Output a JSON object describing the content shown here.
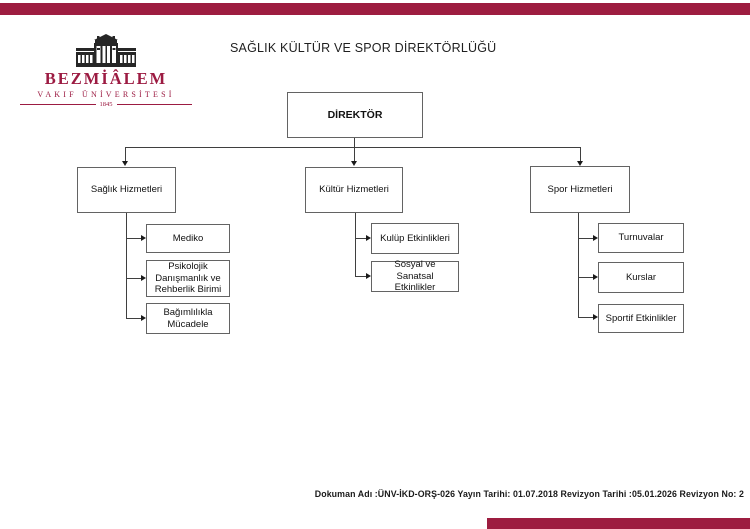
{
  "colors": {
    "brand_maroon": "#9D1D40",
    "logo_maroon": "#9C1B42",
    "box_border": "#636363",
    "connector": "#3f3f3f"
  },
  "logo": {
    "name": "BEZMİÂLEM",
    "subtitle": "VAKIF ÜNİVERSİTESİ",
    "year": "1845"
  },
  "title": "SAĞLIK KÜLTÜR VE SPOR DİREKTÖRLÜĞÜ",
  "chart": {
    "root": "DİREKTÖR",
    "branches": [
      {
        "label": "Sağlık Hizmetleri",
        "children": [
          "Mediko",
          "Psikolojik Danışmanlık ve Rehberlik Birimi",
          "Bağımlılıkla Mücadele"
        ]
      },
      {
        "label": "Kültür Hizmetleri",
        "children": [
          "Kulüp Etkinlikleri",
          "Sosyal ve Sanatsal Etkinlikler"
        ]
      },
      {
        "label": "Spor Hizmetleri",
        "children": [
          "Turnuvalar",
          "Kurslar",
          "Sportif Etkinlikler"
        ]
      }
    ]
  },
  "footer": {
    "text": "Dokuman Adı :ÜNV-İKD-ORŞ-026 Yayın Tarihi: 01.07.2018 Revizyon Tarihi :05.01.2026 Revizyon No: 2"
  }
}
